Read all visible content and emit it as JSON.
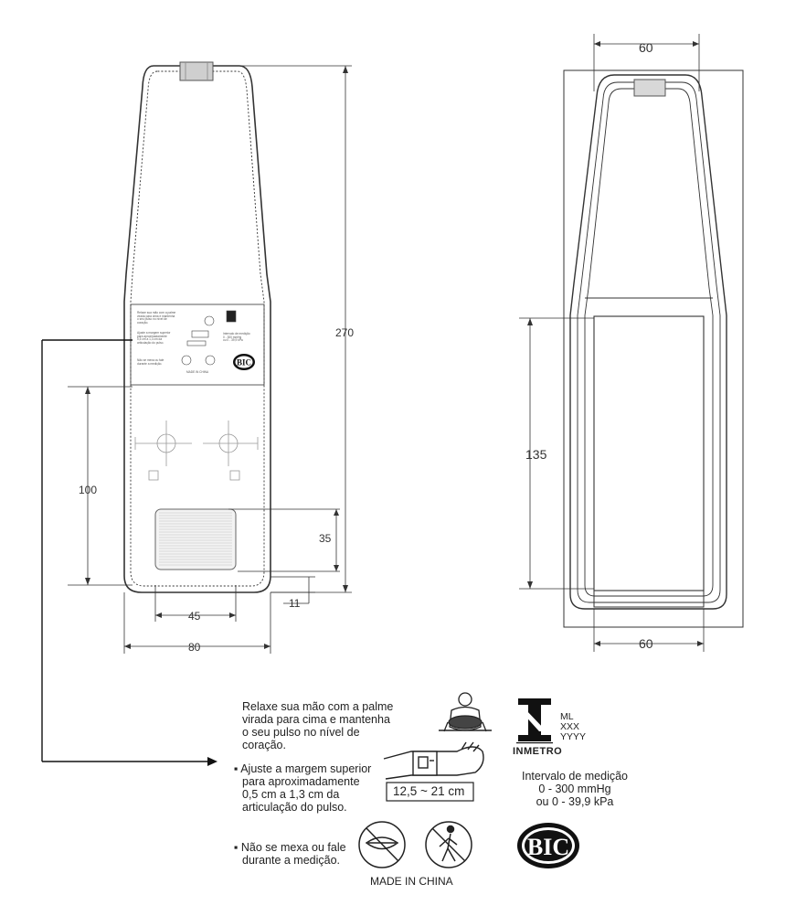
{
  "dimensions": {
    "total_height": "270",
    "strap_height": "100",
    "pad_height": "35",
    "pad_width": "45",
    "bottom_gap": "11",
    "band_width": "80",
    "side_top_width": "60",
    "side_height": "135",
    "side_bottom_width": "60"
  },
  "label": {
    "instruction_1": [
      "Relaxe sua mão com a palme",
      "virada para cima e mantenha",
      "o seu pulso no nível de",
      "coração."
    ],
    "instruction_2": [
      "Ajuste a margem superior",
      "para aproximadamente",
      "0,5 cm a 1,3 cm da",
      "articulação do pulso."
    ],
    "instruction_3": [
      "Não se mexa ou fale",
      "durante a medição."
    ],
    "wrist_range": "12,5 ~ 21 cm",
    "inmetro_text": "INMETRO",
    "inmetro_codes": [
      "ML",
      "XXX",
      "YYYY"
    ],
    "measurement_title": "Intervalo de medição",
    "measurement_range_1": "0 - 300 mmHg",
    "measurement_range_2": "ou 0 - 39,9 kPa",
    "logo_text": "BIC",
    "made_in": "MADE IN CHINA"
  },
  "icons": [
    "heart-position-icon",
    "wrist-cuff-icon",
    "inmetro-logo",
    "no-talking-icon",
    "no-moving-icon",
    "bic-logo"
  ]
}
